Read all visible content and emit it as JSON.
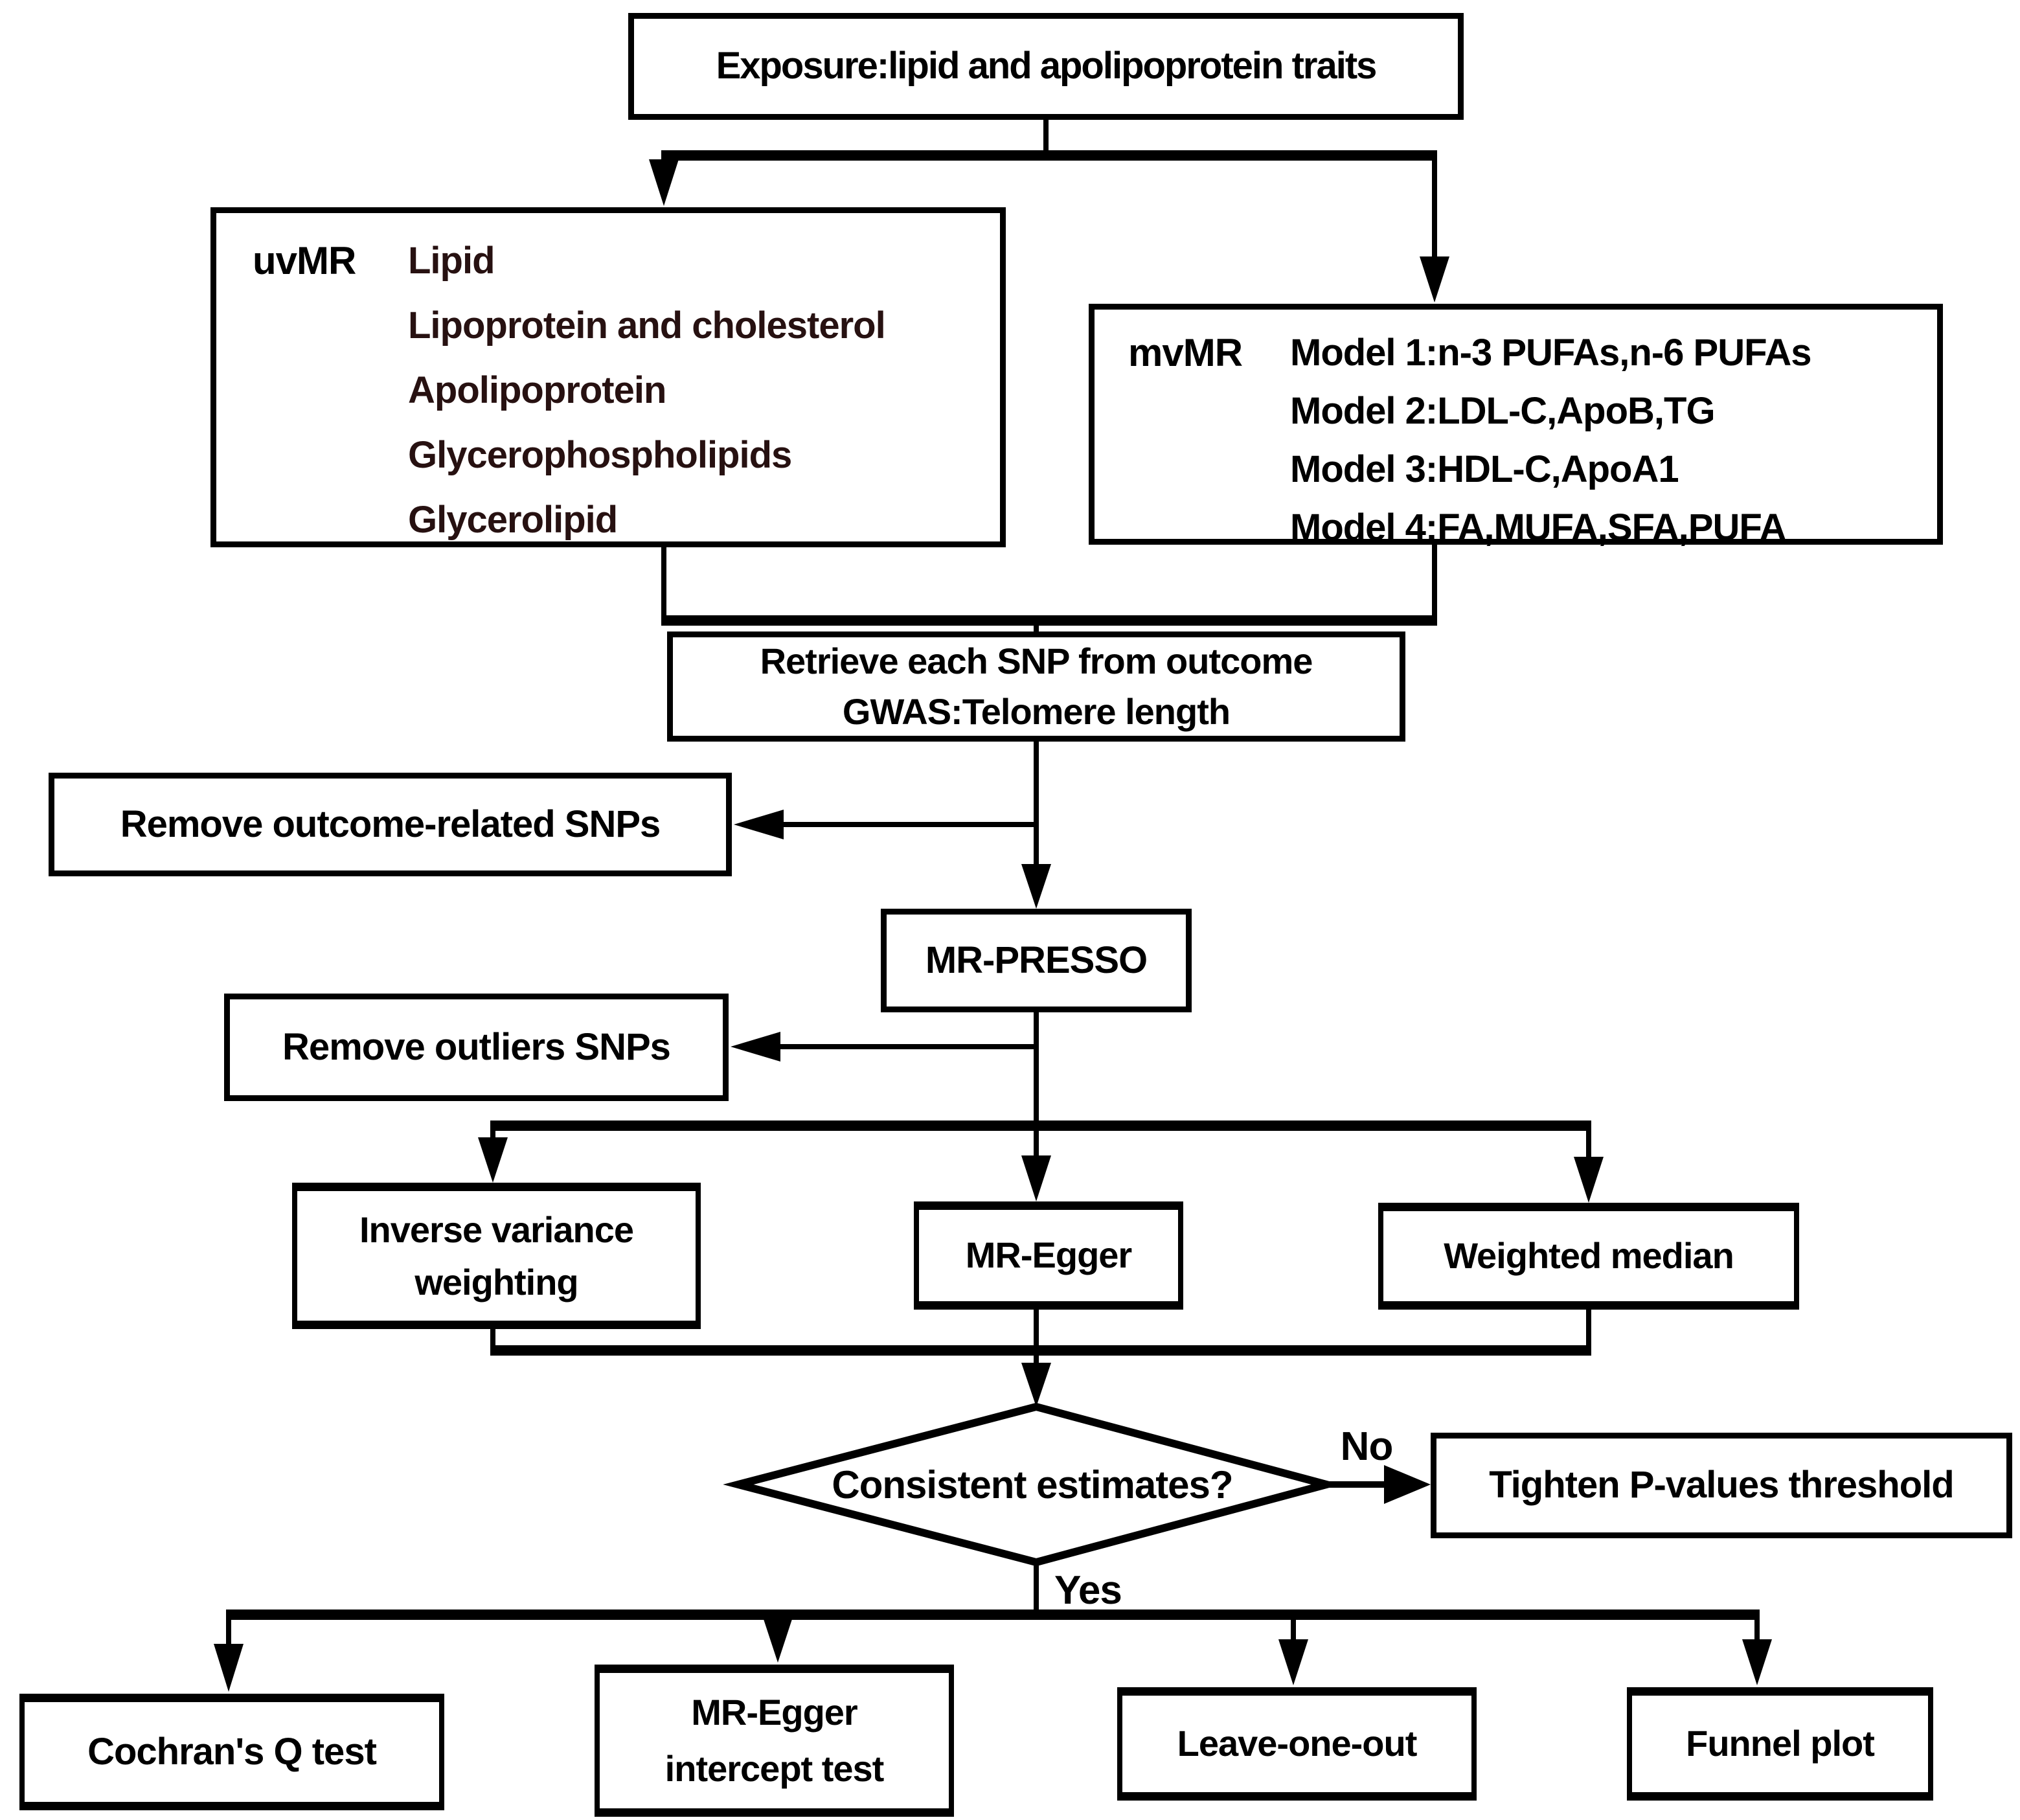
{
  "flowchart": {
    "exposure": "Exposure:lipid and apolipoprotein traits",
    "uvmr": {
      "label": "uvMR",
      "items": [
        "Lipid",
        "Lipoprotein and cholesterol",
        "Apolipoprotein",
        "Glycerophospholipids",
        "Glycerolipid"
      ]
    },
    "mvmr": {
      "label": "mvMR",
      "items": [
        "Model 1:n-3 PUFAs,n-6 PUFAs",
        "Model 2:LDL-C,ApoB,TG",
        "Model 3:HDL-C,ApoA1",
        "Model 4:FA,MUFA,SFA,PUFA"
      ]
    },
    "retrieve": {
      "line1": "Retrieve each SNP from outcome",
      "line2": "GWAS:Telomere length"
    },
    "remove_outcome": "Remove outcome-related SNPs",
    "mr_presso": "MR-PRESSO",
    "remove_outliers": "Remove outliers SNPs",
    "ivw": {
      "line1": "Inverse variance",
      "line2": "weighting"
    },
    "mr_egger": "MR-Egger",
    "weighted_median": "Weighted median",
    "decision": "Consistent estimates?",
    "branch_no": "No",
    "branch_yes": "Yes",
    "tighten": "Tighten P-values threshold",
    "cochran": "Cochran's Q test",
    "egger_intercept": {
      "line1": "MR-Egger",
      "line2": "intercept test"
    },
    "leave_one_out": "Leave-one-out",
    "funnel": "Funnel plot"
  },
  "colors": {
    "line": "#000000",
    "box_border": "#000000",
    "text": "#000000",
    "uvmr_item_text": "#271111",
    "background": "#ffffff"
  }
}
